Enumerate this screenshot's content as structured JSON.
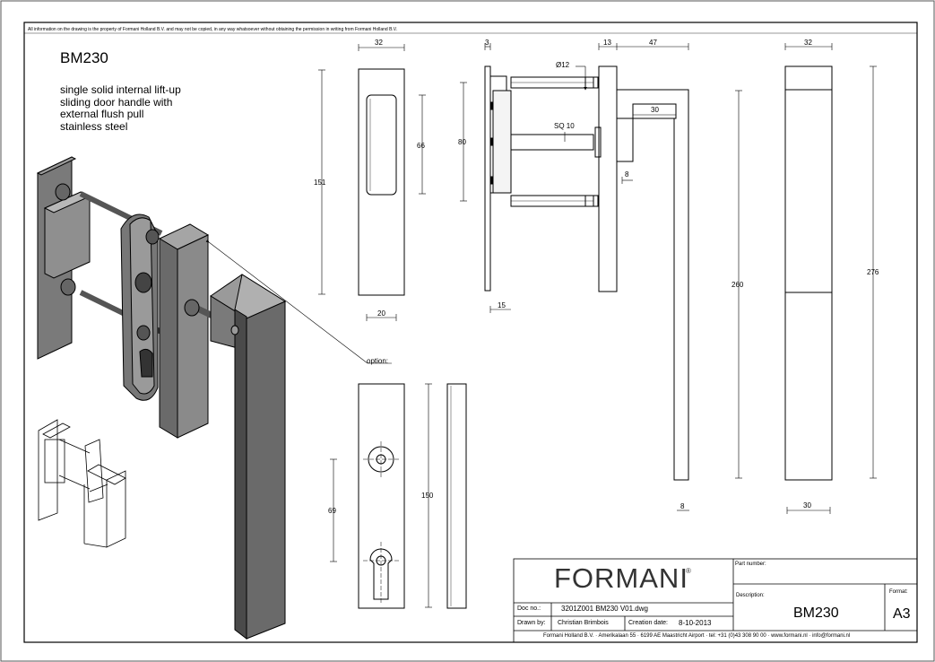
{
  "notice": "All information on the drawing is the property of Formani Holland B.V. and may not be copied, in any way whatsoever without obtaining the permission in writing from Formani Holland B.V.",
  "product": {
    "title": "BM230",
    "description": [
      "single solid internal lift-up",
      "sliding door handle with",
      "external flush pull",
      "stainless steel"
    ]
  },
  "dimensions": {
    "front_width": "32",
    "front_height": "151",
    "recess_height": "66",
    "bottom_width": "20",
    "side_plate": "3",
    "spindle_span": "80",
    "screw_dia": "Ø12",
    "spindle_sq": "SQ 10",
    "base_depth": "15",
    "rose": "13",
    "lever_proj": "47",
    "lever_inner": "30",
    "lever_thick": "8",
    "lever_len": "260",
    "lever_bottom": "8",
    "right_width": "32",
    "right_height": "276",
    "right_bottom": "30",
    "option_label": "option:",
    "option_hole": "69",
    "option_height": "150"
  },
  "title_block": {
    "logo": "FORMANI",
    "logo_mark": "®",
    "part_number_label": "Part number:",
    "description_label": "Description:",
    "description_value": "BM230",
    "format_label": "Format:",
    "format_value": "A3",
    "doc_label": "Doc no.:",
    "doc_value": "3201Z001 BM230 V01.dwg",
    "drawn_label": "Drawn by:",
    "drawn_value": "Christian Brimbois",
    "created_label": "Creation date:",
    "created_value": "8-10-2013",
    "footer": "Formani Holland B.V. · Amerikalaan 55 · 6199 AE Maastricht Airport · tel: +31 (0)43 308 90 00 · www.formani.nl · info@formani.nl"
  }
}
